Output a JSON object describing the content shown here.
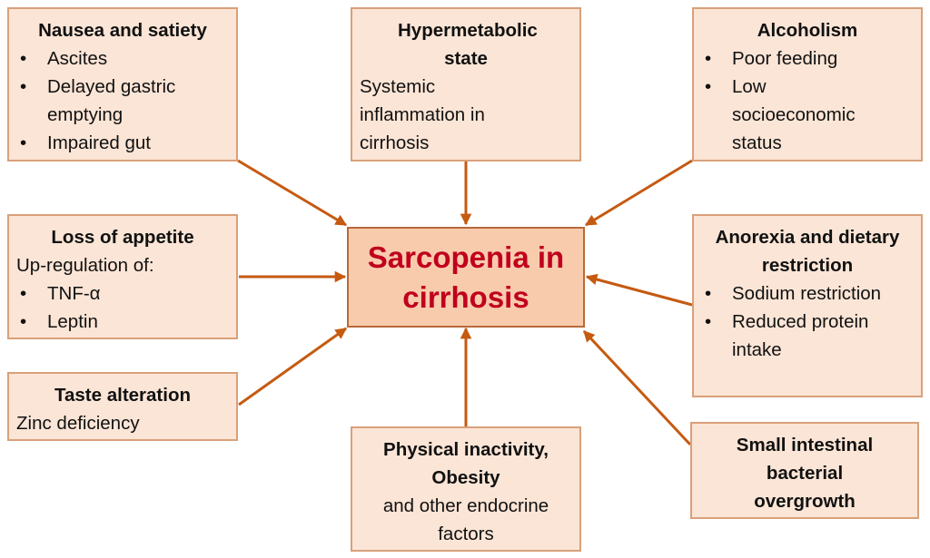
{
  "center": {
    "title": "Sarcopenia in cirrhosis",
    "fill": "#f8cbad",
    "text_color": "#c0001d"
  },
  "nausea": {
    "title": "Nausea and satiety",
    "items": [
      "Ascites",
      "Delayed gastric emptying",
      "Impaired gut"
    ]
  },
  "hypermetabolic": {
    "title": "Hypermetabolic state",
    "text": "Systemic inflammation in cirrhosis"
  },
  "alcoholism": {
    "title": "Alcoholism",
    "items": [
      "Poor feeding",
      "Low socioeconomic status"
    ]
  },
  "appetite": {
    "title": "Loss of appetite",
    "text": "Up-regulation of:",
    "items": [
      "TNF-α",
      "Leptin"
    ]
  },
  "anorexia": {
    "title": "Anorexia and dietary restriction",
    "items": [
      "Sodium restriction",
      "Reduced protein intake"
    ]
  },
  "taste": {
    "title": "Taste alteration",
    "text": "Zinc deficiency"
  },
  "physical": {
    "title": "Physical inactivity, Obesity",
    "text": "and other endocrine factors"
  },
  "bacterial": {
    "title": "Small intestinal bacterial overgrowth"
  },
  "colors": {
    "box_fill": "#fbe5d6",
    "box_border": "#d9a07a",
    "arrow": "#c55a11"
  }
}
